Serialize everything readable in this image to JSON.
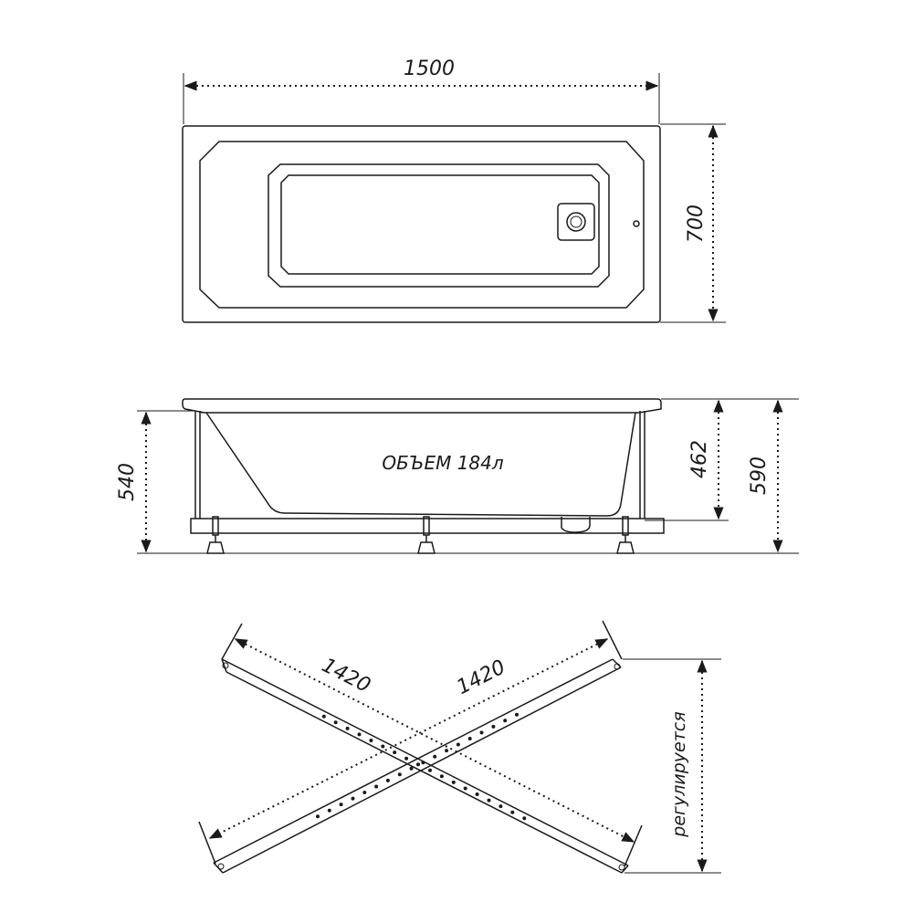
{
  "top_view": {
    "length_label": "1500",
    "width_label": "700"
  },
  "side_view": {
    "volume_label": "ОБЪЕМ 184л",
    "frame_height_label": "540",
    "depth_label": "462",
    "total_height_label": "590"
  },
  "frame_view": {
    "brace_left_label": "1420",
    "brace_right_label": "1420",
    "adjustable_label": "регулируется"
  }
}
